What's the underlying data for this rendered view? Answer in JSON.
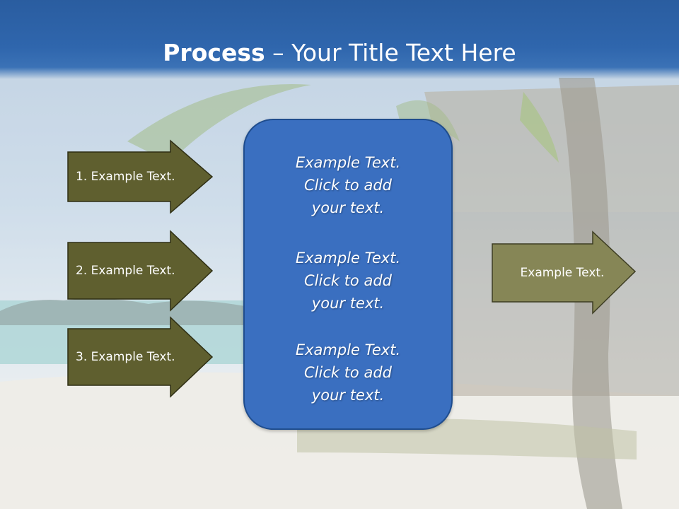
{
  "slide": {
    "title_bold": "Process",
    "title_rest": " – Your Title Text Here"
  },
  "steps": [
    {
      "label": "1. Example Text."
    },
    {
      "label": "2. Example Text."
    },
    {
      "label": "3. Example Text."
    }
  ],
  "panel": {
    "blocks": [
      "Example Text.\nClick  to add\nyour text.",
      "Example Text.\nClick  to add\nyour text.",
      "Example Text.\nClick  to add\nyour text."
    ]
  },
  "output": {
    "label": "Example Text."
  },
  "colors": {
    "title_band": "#2f66ad",
    "step_arrow": "#5f5f2f",
    "output_arrow": "#868656",
    "panel": "#3a6fc0"
  }
}
